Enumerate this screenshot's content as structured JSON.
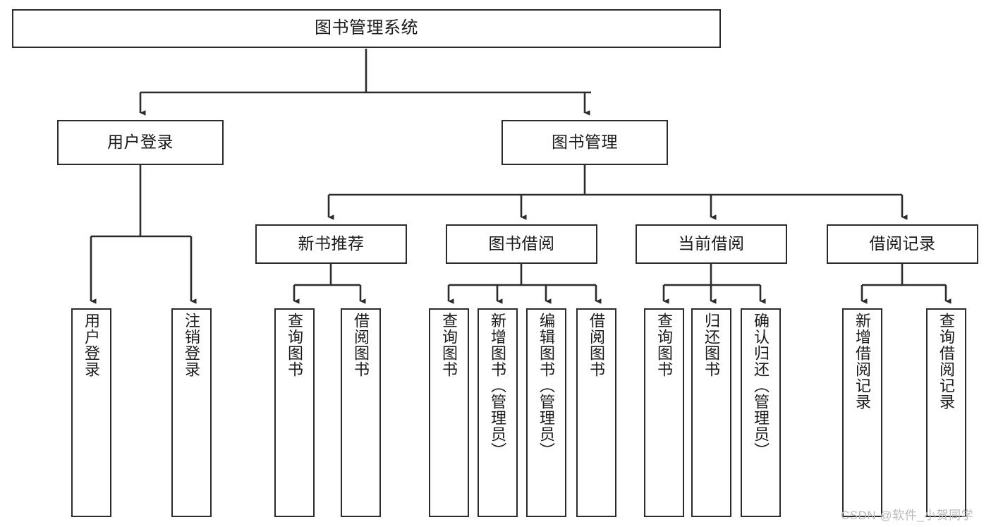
{
  "diagram": {
    "title": "图书管理系统",
    "type": "tree-hierarchy-diagram",
    "stroke_color": "#2b2b2b",
    "fill_color": "#ffffff",
    "nodes": {
      "root": {
        "label": "图书管理系统"
      },
      "level2": [
        {
          "label": "用户登录"
        },
        {
          "label": "图书管理"
        }
      ],
      "level3": [
        {
          "label": "新书推荐"
        },
        {
          "label": "图书借阅"
        },
        {
          "label": "当前借阅"
        },
        {
          "label": "借阅记录"
        }
      ],
      "leaves": {
        "user_login": [
          {
            "label": "用户登录"
          },
          {
            "label": "注销登录"
          }
        ],
        "new_book_recommend": [
          {
            "label": "查询图书"
          },
          {
            "label": "借阅图书"
          }
        ],
        "book_borrow": [
          {
            "label": "查询图书"
          },
          {
            "label": "新增图书（管理员）"
          },
          {
            "label": "编辑图书（管理员）"
          },
          {
            "label": "借阅图书"
          }
        ],
        "current_borrow": [
          {
            "label": "查询图书"
          },
          {
            "label": "归还图书"
          },
          {
            "label": "确认归还（管理员）"
          }
        ],
        "borrow_record": [
          {
            "label": "新增借阅记录"
          },
          {
            "label": "查询借阅记录"
          }
        ]
      }
    },
    "watermark": "CSDN @软件_小贺同学"
  }
}
